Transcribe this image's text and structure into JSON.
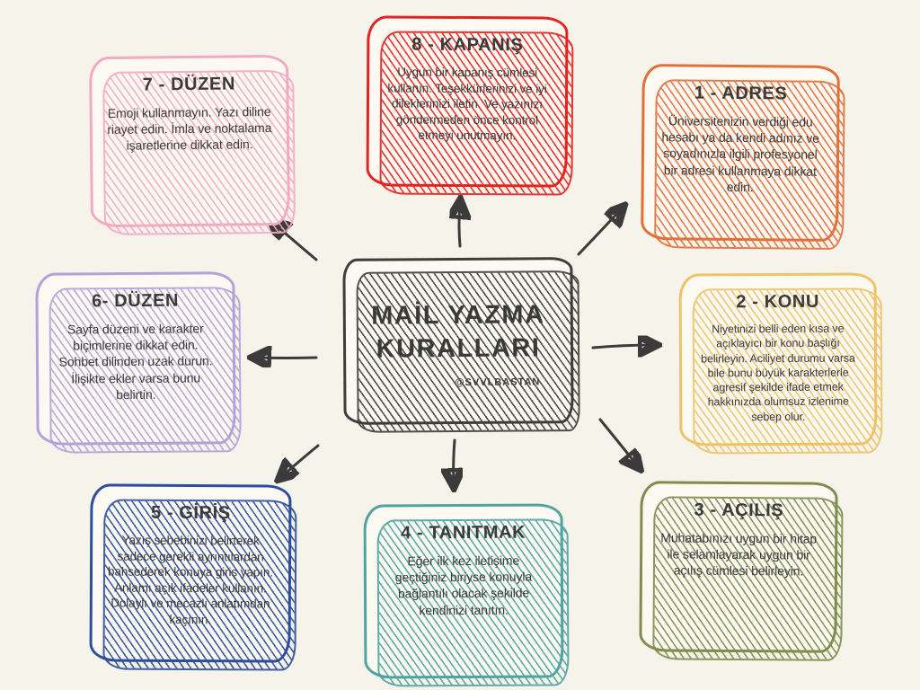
{
  "colors": {
    "background": "#f6f3ea",
    "ink": "#3b3b3b",
    "center_border": "#3d3d3d"
  },
  "center": {
    "title": "MAİL YAZMA KURALLARI",
    "handle": "@SVVLBASTAN"
  },
  "nodes": [
    {
      "title": "8 - KAPANIŞ",
      "body": "Uygun bir kapanış cümlesi kullanın. Teşekkürlerinizi ve iyi dileklerinizi iletin. Ve yazınızı göndermeden önce kontrol etmeyi unutmayın.",
      "color": "#e42320"
    },
    {
      "title": "1 - ADRES",
      "body": "Üniversitenizin verdiği edu hesabı ya da kendi adınız ve soyadınızla ilgili profesyonel bir adresi kullanmaya dikkat edin.",
      "color": "#e2703a"
    },
    {
      "title": "2 - KONU",
      "body": "Niyetinizi belli eden kısa ve açıklayıcı bir konu başlığı belirleyin. Aciliyet durumu varsa bile bunu büyük karakterlerle agresif şekilde ifade etmek hakkınızda olumsuz izlenime sebep olur.",
      "color": "#eec366"
    },
    {
      "title": "3 - AÇILIŞ",
      "body": "Muhatabınızı uygun bir hitap ile selamlayarak uygun bir açılış cümlesi belirleyin.",
      "color": "#7e8d4d"
    },
    {
      "title": "4 - TANITMAK",
      "body": "Eğer ilk kez iletişime geçtiğiniz biriyse konuyla bağlantılı olacak şekilde kendinizi tanıtın.",
      "color": "#4fa3a0"
    },
    {
      "title": "5 - GİRİŞ",
      "body": "Yazış sebebinizi belirterek sadece gerekli ayrıntılardan bahsederek konuya giriş yapın. Anlamı açık ifadeler kullanın. Dolaylı ve mecazlı anlatımdan kaçının.",
      "color": "#2c4e9b"
    },
    {
      "title": "6- DÜZEN",
      "body": "Sayfa düzeni ve karakter biçimlerine dikkat edin. Sohbet dilinden uzak durun. İlişikte ekler varsa bunu belirtin.",
      "color": "#b3a1d9"
    },
    {
      "title": "7 - DÜZEN",
      "body": "Emoji kullanmayın. Yazı diline riayet edin. İmla ve noktalama işaretlerine dikkat edin.",
      "color": "#f3a9c4"
    }
  ]
}
